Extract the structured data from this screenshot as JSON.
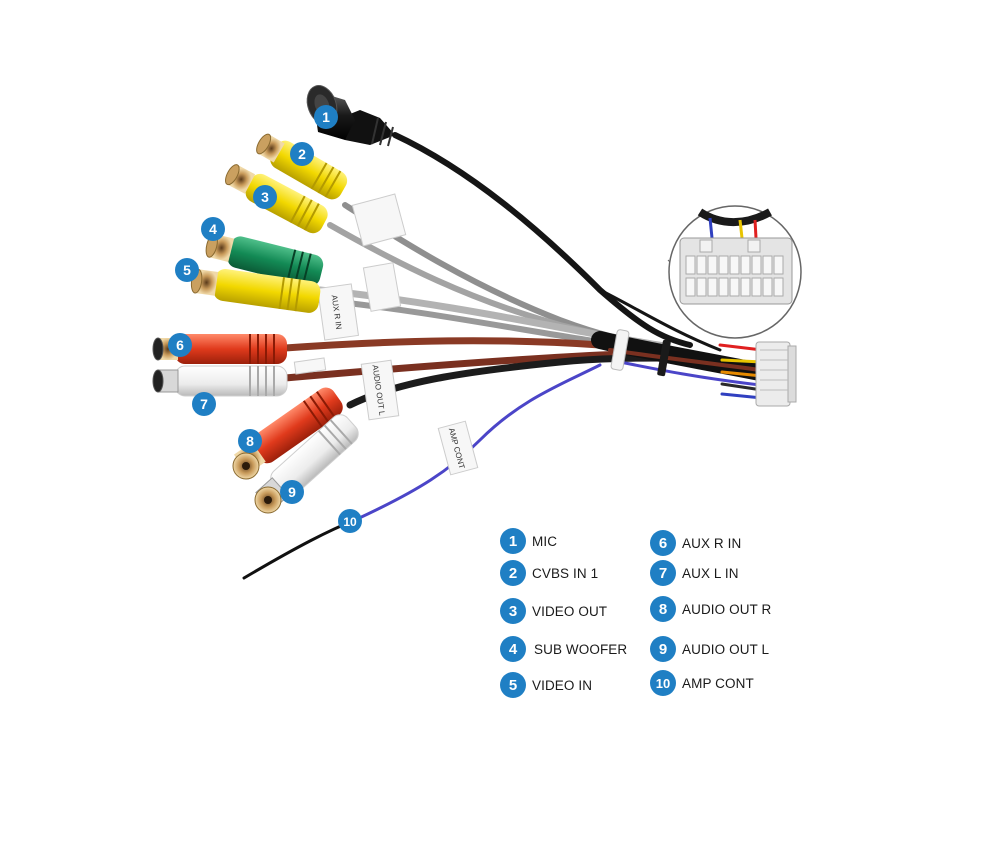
{
  "accent_color": "#1f7fc4",
  "connector_badges": [
    "1",
    "2",
    "3",
    "4",
    "5",
    "6",
    "7",
    "8",
    "9",
    "10"
  ],
  "legend": [
    {
      "num": "1",
      "label": "MIC"
    },
    {
      "num": "2",
      "label": "CVBS IN 1"
    },
    {
      "num": "3",
      "label": "VIDEO OUT"
    },
    {
      "num": "4",
      "label": "SUB WOOFER"
    },
    {
      "num": "5",
      "label": "VIDEO IN"
    },
    {
      "num": "6",
      "label": "AUX R IN"
    },
    {
      "num": "7",
      "label": "AUX L IN"
    },
    {
      "num": "8",
      "label": "AUDIO OUT R"
    },
    {
      "num": "9",
      "label": "AUDIO OUT L"
    },
    {
      "num": "10",
      "label": "AMP CONT"
    }
  ],
  "cable_tags": [
    "AUX R IN",
    "AUDIO OUT L",
    "AMP CONT"
  ]
}
